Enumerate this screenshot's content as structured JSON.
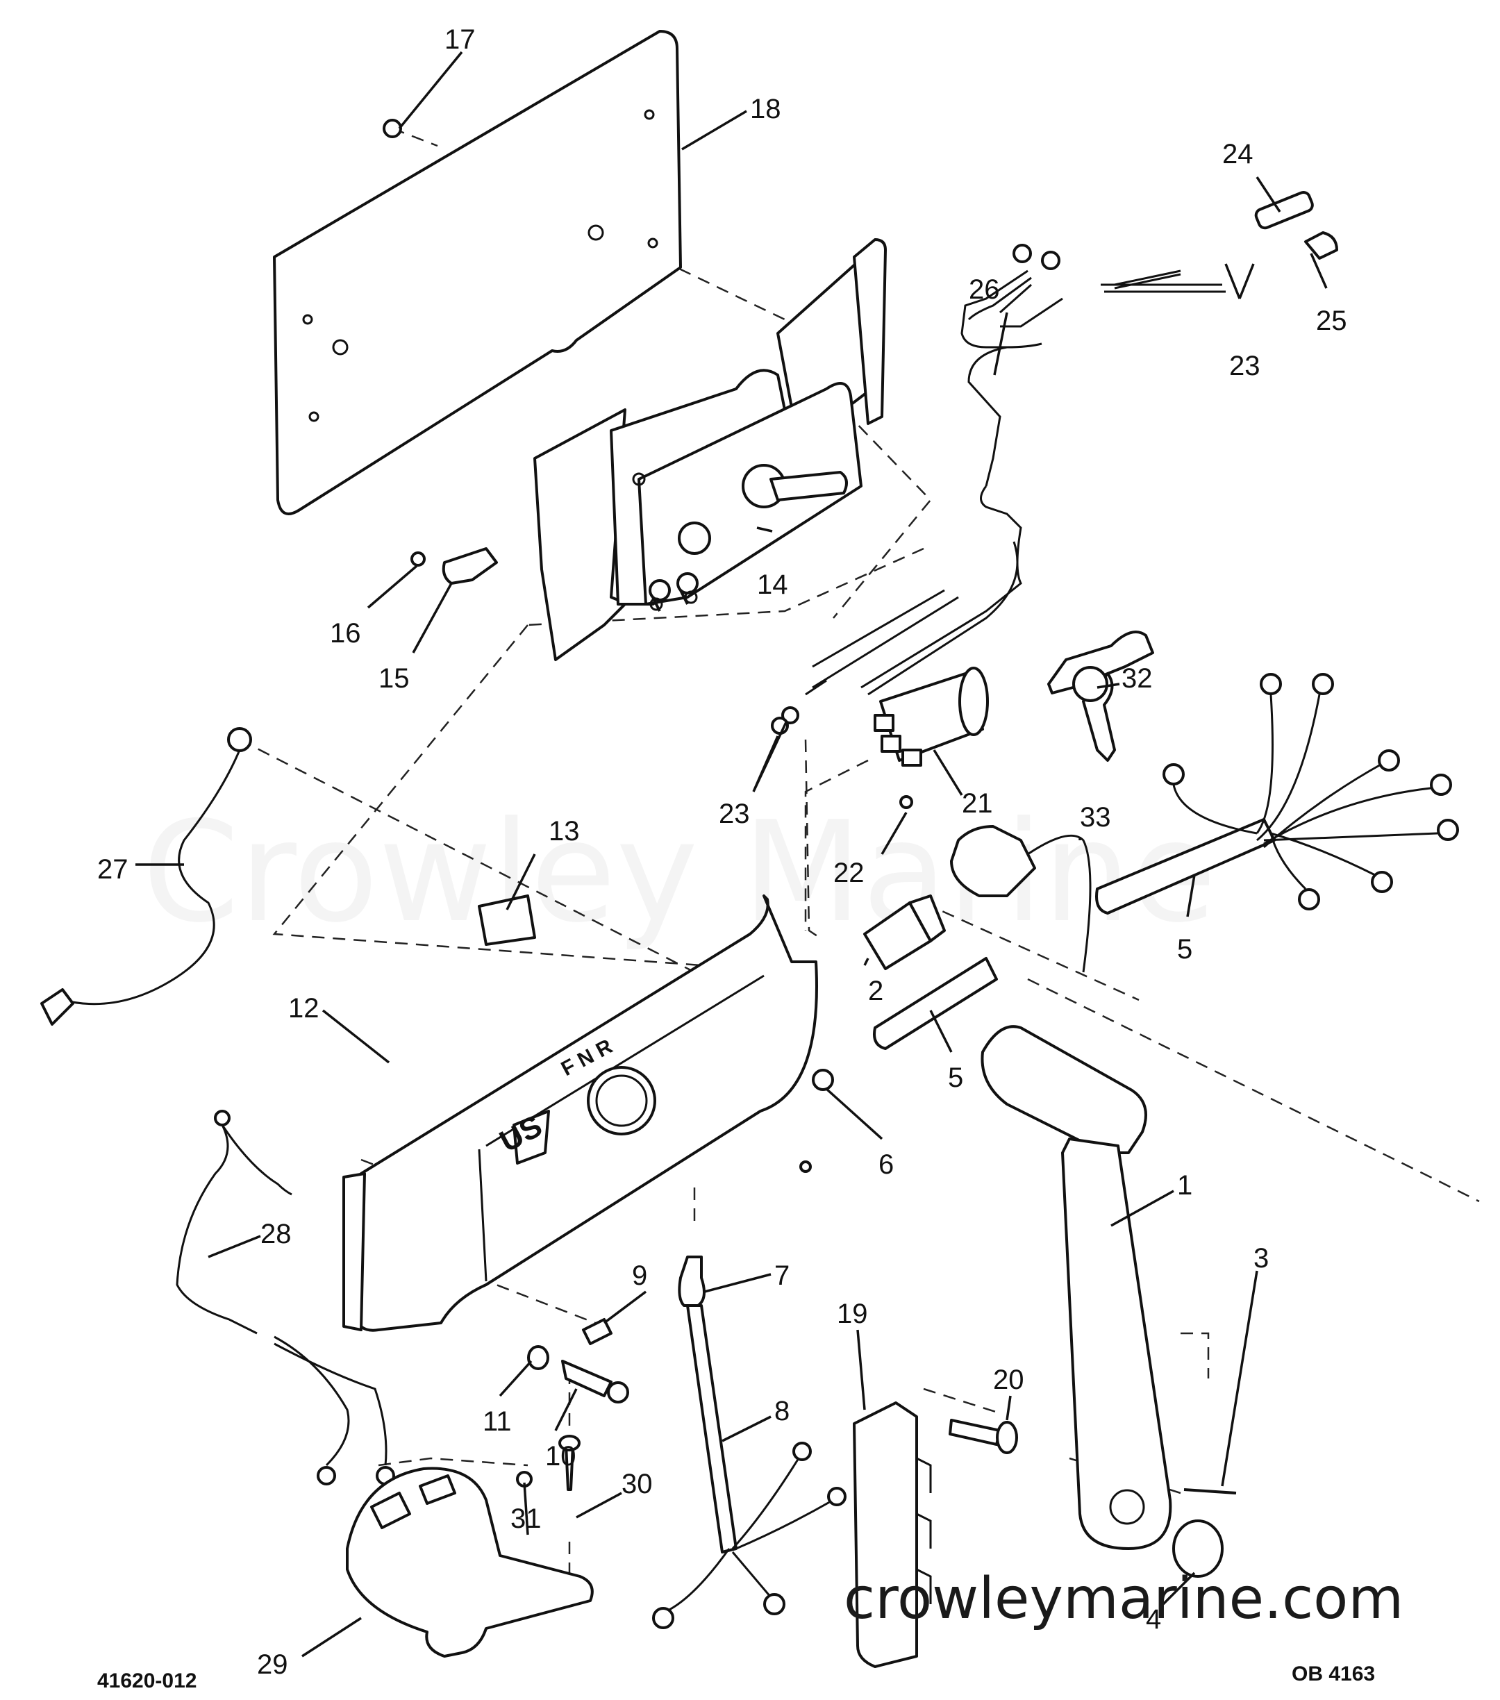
{
  "diagram": {
    "watermark_overlay": "Crowley Marine",
    "watermark_footer": "crowleymarine.com",
    "ref_left": "41620-012",
    "ref_right": "OB 4163",
    "panel_lettering": {
      "gears": "F  N  R",
      "logo": "US"
    },
    "callouts": [
      "17",
      "18",
      "24",
      "26",
      "25",
      "23",
      "23",
      "14",
      "16",
      "15",
      "32",
      "23",
      "21",
      "27",
      "13",
      "22",
      "33",
      "5",
      "12",
      "2",
      "5",
      "6",
      "1",
      "28",
      "9",
      "3",
      "7",
      "19",
      "11",
      "10",
      "8",
      "20",
      "31",
      "30",
      "4",
      "29"
    ]
  }
}
